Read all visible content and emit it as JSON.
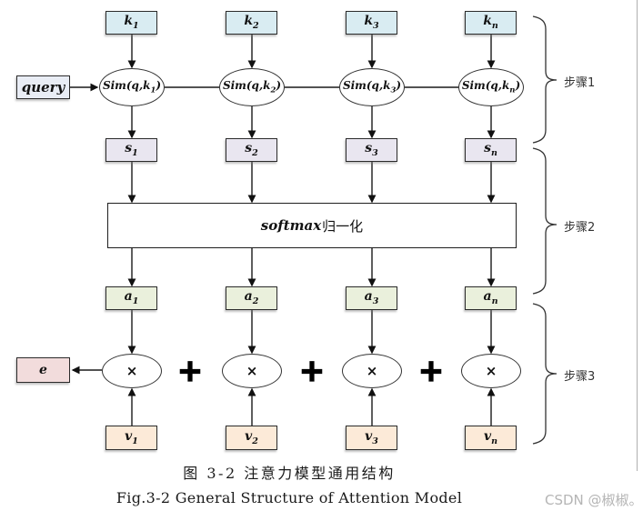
{
  "diagram": {
    "query_label": "query",
    "e_label": "e",
    "softmax": {
      "italic": "softmax",
      "cn": "归一化"
    },
    "plus": "+",
    "steps": [
      {
        "label": "步骤1"
      },
      {
        "label": "步骤2"
      },
      {
        "label": "步骤3"
      }
    ],
    "columns": [
      {
        "k_base": "k",
        "k_sub": "1",
        "sim_pre": "Sim(q,k",
        "sim_sub": "1",
        "sim_post": ")",
        "s_base": "s",
        "s_sub": "1",
        "a_base": "a",
        "a_sub": "1",
        "times": "×",
        "v_base": "v",
        "v_sub": "1"
      },
      {
        "k_base": "k",
        "k_sub": "2",
        "sim_pre": "Sim(q,k",
        "sim_sub": "2",
        "sim_post": ")",
        "s_base": "s",
        "s_sub": "2",
        "a_base": "a",
        "a_sub": "2",
        "times": "×",
        "v_base": "v",
        "v_sub": "2"
      },
      {
        "k_base": "k",
        "k_sub": "3",
        "sim_pre": "Sim(q,k",
        "sim_sub": "3",
        "sim_post": ")",
        "s_base": "s",
        "s_sub": "3",
        "a_base": "a",
        "a_sub": "3",
        "times": "×",
        "v_base": "v",
        "v_sub": "3"
      },
      {
        "k_base": "k",
        "k_sub": "n",
        "sim_pre": "Sim(q,k",
        "sim_sub": "n",
        "sim_post": ")",
        "s_base": "s",
        "s_sub": "n",
        "a_base": "a",
        "a_sub": "n",
        "times": "×",
        "v_base": "v",
        "v_sub": "n"
      }
    ]
  },
  "captions": {
    "zh": "图 3-2  注意力模型通用结构",
    "en": "Fig.3-2 General Structure of Attention Model"
  },
  "watermark": "CSDN @椒椒。",
  "colors": {
    "k_box": "#d9ecf2",
    "query_box": "#e9edf5",
    "s_box": "#e9e6f0",
    "a_box": "#eaf0dc",
    "v_box": "#fcead8",
    "e_box": "#f2dcdc",
    "line": "#1a1a1a",
    "step_text": "#333333",
    "watermark": "#b5b5b5"
  }
}
